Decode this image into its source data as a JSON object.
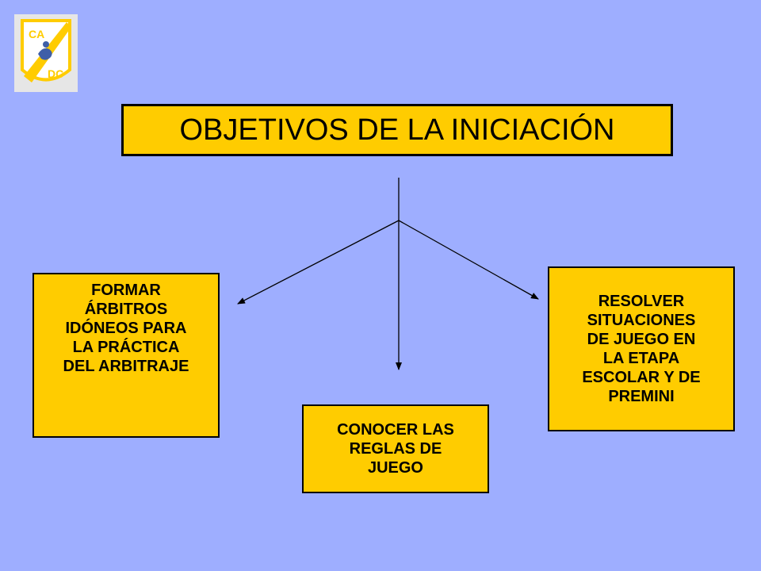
{
  "logo": {
    "text_top": "CA",
    "text_bottom": "DC",
    "colors": {
      "stripe": "#ffcc00",
      "text": "#ffcc00",
      "background": "#e6e6e6",
      "figure": "#3f5fa8"
    }
  },
  "title": "OBJETIVOS DE LA INICIACIÓN",
  "objectives": {
    "left": "FORMAR\nÁRBITROS\nIDÓNEOS PARA\nLA PRÁCTICA\nDEL ARBITRAJE",
    "center": "CONOCER LAS\nREGLAS DE\nJUEGO",
    "right": "RESOLVER\nSITUACIONES\nDE JUEGO EN\nLA ETAPA\nESCOLAR Y DE\nPREMINI"
  },
  "colors": {
    "background": "#9eaeff",
    "box_fill": "#ffcc00",
    "border": "#000000"
  }
}
